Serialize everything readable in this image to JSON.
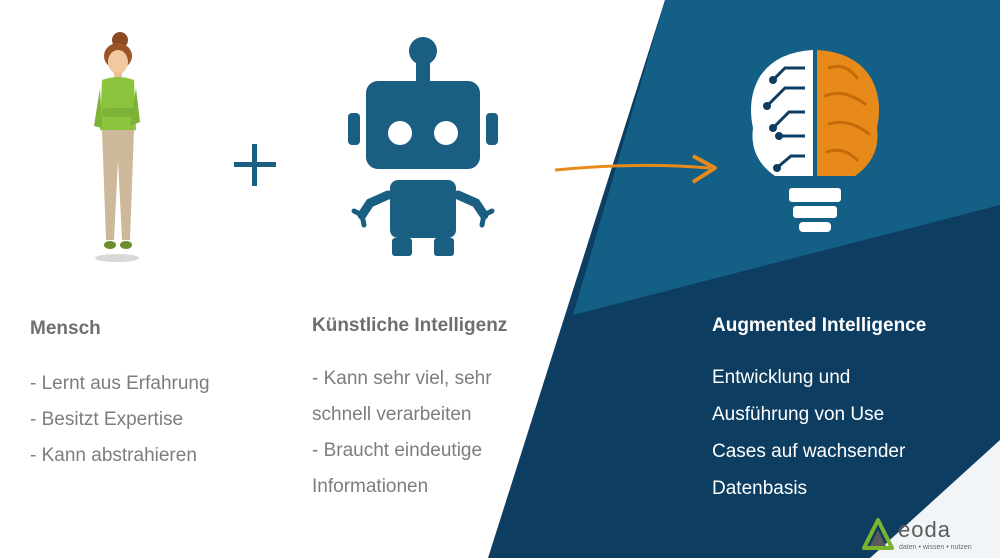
{
  "colors": {
    "navy": "#0d3d61",
    "teal": "#145f86",
    "icon_blue": "#1a5f82",
    "orange": "#e88a1a",
    "grey_text": "#7d7d7d"
  },
  "mensch": {
    "title": "Mensch",
    "items": [
      "- Lernt aus Erfahrung",
      "- Besitzt Expertise",
      "- Kann abstrahieren"
    ]
  },
  "ki": {
    "title": "Künstliche Intelligenz",
    "lines": [
      "- Kann sehr viel, sehr",
      "schnell verarbeiten",
      "- Braucht eindeutige",
      "Informationen"
    ]
  },
  "augmented": {
    "title": "Augmented Intelligence",
    "lines": [
      "Entwicklung und",
      "Ausführung von Use",
      "Cases auf wachsender",
      "Datenbasis"
    ]
  },
  "logo": {
    "name": "eoda",
    "tagline": "daten • wissen • nutzen"
  },
  "icons": {
    "woman": "woman-illustration-icon",
    "plus": "plus-icon",
    "robot": "robot-icon",
    "arrow": "arrow-right-icon",
    "brain": "brain-bulb-icon"
  }
}
